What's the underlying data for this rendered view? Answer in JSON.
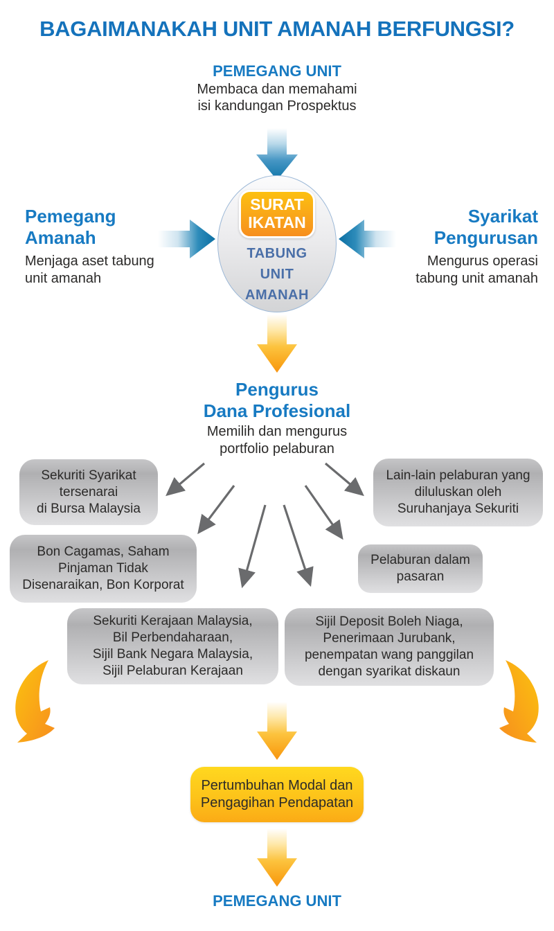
{
  "title": "BAGAIMANAKAH UNIT AMANAH BERFUNGSI?",
  "unit_holder_top": {
    "heading": "PEMEGANG UNIT",
    "description": "Membaca dan memahami\nisi kandungan Prospektus"
  },
  "trust_fund_circle": {
    "badge": "SURAT\nIKATAN",
    "label": "TABUNG\nUNIT\nAMANAH"
  },
  "trustee": {
    "heading": "Pemegang\nAmanah",
    "description": "Menjaga aset tabung\nunit amanah"
  },
  "management_company": {
    "heading": "Syarikat\nPengurusan",
    "description": "Mengurus operasi\ntabung unit amanah"
  },
  "fund_manager": {
    "heading": "Pengurus\nDana Profesional",
    "description": "Memilih dan mengurus\nportfolio pelaburan"
  },
  "investments": [
    "Sekuriti Syarikat\ntersenarai\ndi Bursa Malaysia",
    "Lain-lain pelaburan yang\ndiluluskan oleh\nSuruhanjaya Sekuriti",
    "Bon Cagamas, Saham\nPinjaman Tidak\nDisenaraikan, Bon Korporat",
    "Pelaburan dalam\npasaran",
    "Sekuriti Kerajaan Malaysia,\nBil Perbendaharaan,\nSijil Bank Negara Malaysia,\nSijil Pelaburan Kerajaan",
    "Sijil Deposit Boleh Niaga,\nPenerimaan Jurubank,\npenempatan wang panggilan\ndengan syarikat diskaun"
  ],
  "outcome": "Pertumbuhan Modal dan\nPengagihan Pendapatan",
  "unit_holder_bottom": "PEMEGANG UNIT",
  "colors": {
    "title_blue": "#1472bb",
    "heading_blue": "#177ac2",
    "text_dark": "#2b2a29",
    "arrow_blue_tip": "#0d74a8",
    "arrow_yellow_tip": "#f79413",
    "badge_orange": "#f78e1e",
    "circle_text_blue": "#4a6fa8",
    "box_gray": "#b0b0b2",
    "fan_arrow_gray": "#6a6b6d"
  }
}
